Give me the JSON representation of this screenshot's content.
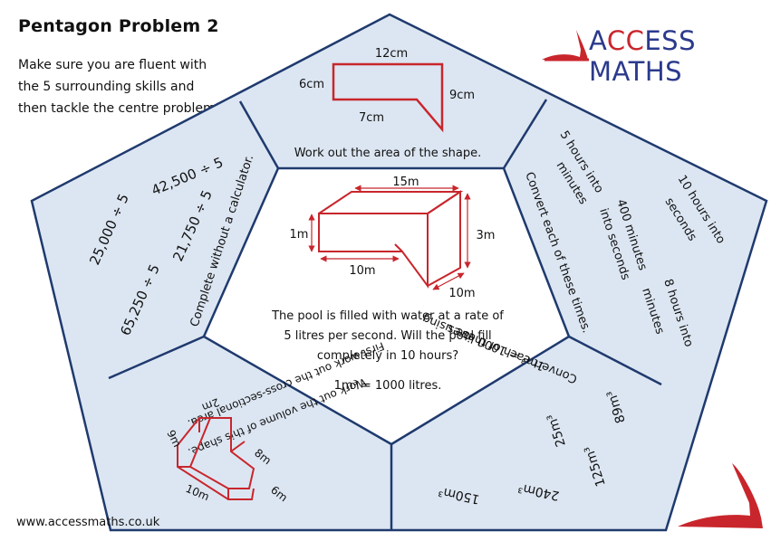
{
  "header": {
    "title": "Pentagon Problem 2",
    "intro": "Make sure you are fluent with the 5 surrounding skills and then tackle the centre problem!"
  },
  "branding": {
    "name_part1": "A",
    "name_part2": "CC",
    "name_part3": "ESS ",
    "name_part4": "MATHS",
    "website": "www.accessmaths.co.uk",
    "colors": {
      "blue": "#2b3a8c",
      "red": "#c8262c",
      "panel": "#dce6f2",
      "outline": "#1f3a6e",
      "shape": "#c8262c"
    }
  },
  "top_section": {
    "instruction": "Work out the area of the shape.",
    "labels": {
      "top": "12cm",
      "left": "6cm",
      "right": "9cm",
      "bottom": "7cm"
    }
  },
  "left_section": {
    "instruction": "Complete without a calculator.",
    "items": [
      "25,000 ÷ 5",
      "42,500 ÷ 5",
      "21,750 ÷ 5",
      "65,250 ÷ 5"
    ]
  },
  "right_section": {
    "instruction": "Convert each of these times.",
    "items": [
      "5 hours into minutes",
      "10 hours into seconds",
      "400 minutes into seconds",
      "8 hours into minutes"
    ]
  },
  "bottom_left_section": {
    "instruction_line1": "First work out the cross-sectional area.",
    "instruction_line2": "Work out the volume of this shape.",
    "labels": {
      "a": "2m",
      "b": "9m",
      "c": "8m",
      "d": "6m",
      "e": "10m"
    }
  },
  "bottom_right_section": {
    "instruction_line1": "1m³ = 1000 litres",
    "instruction_line2": "Convert each of these using",
    "items": [
      "89m³",
      "25m³",
      "125m³",
      "150m³",
      "240m³"
    ]
  },
  "centre": {
    "labels": {
      "length": "15m",
      "height_left": "1m",
      "height_right": "3m",
      "base": "10m",
      "depth": "10m"
    },
    "question_line1": "The pool is filled with water at a rate of",
    "question_line2": "5 litres per second. Will the pool fill",
    "question_line3": "completely in 10 hours?",
    "fact": "1m³ = 1000 litres."
  }
}
